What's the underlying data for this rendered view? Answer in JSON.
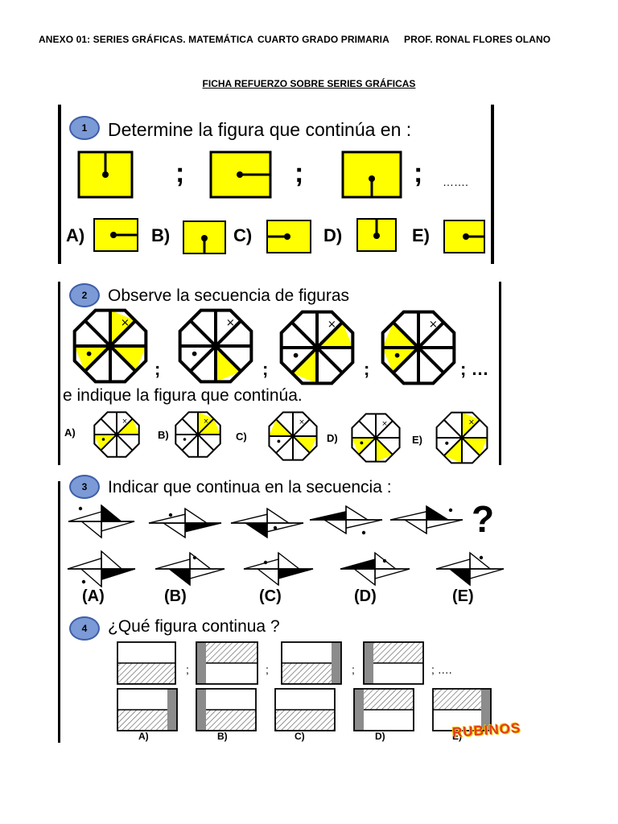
{
  "header": {
    "annex": "ANEXO 01: SERIES GRÁFICAS. MATEMÁTICA",
    "grade": "CUARTO GRADO PRIMARIA",
    "teacher": "PROF. RONAL FLORES OLANO"
  },
  "sheet_title": "FICHA REFUERZO SOBRE SERIES GRÁFICAS",
  "colors": {
    "yellow": "#ffff00",
    "circle_fill": "#7b9ad6",
    "circle_border": "#3e5ea8",
    "gray_strip": "#8c8c8c",
    "logo_red": "#e23b1c"
  },
  "separator": ";",
  "ellipsis": "…….",
  "q1": {
    "number": "1",
    "prompt": "Determine la figura que continúa en :",
    "options": [
      {
        "letter": "A)"
      },
      {
        "letter": "B)"
      },
      {
        "letter": "C)"
      },
      {
        "letter": "D)"
      },
      {
        "letter": "E)"
      }
    ]
  },
  "q2": {
    "number": "2",
    "prompt": "Observe la secuencia de figuras",
    "prompt2": "e indique la figura que   continúa.",
    "end": "; …",
    "options": [
      "A)",
      "B)",
      "C)",
      "D)",
      "E)"
    ]
  },
  "q3": {
    "number": "3",
    "prompt": "Indicar que continua en la secuencia  :",
    "question_mark": "?",
    "options": [
      "(A)",
      "(B)",
      "(C)",
      "(D)",
      "(E)"
    ]
  },
  "q4": {
    "number": "4",
    "prompt": "¿Qué  figura continua ?",
    "end": "; ….",
    "options": [
      "A)",
      "B)",
      "C)",
      "D)",
      "E)"
    ]
  },
  "logo_text": "RUBINOS"
}
